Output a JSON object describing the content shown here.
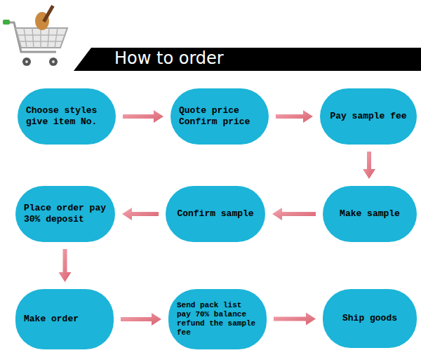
{
  "diagram": {
    "title": "How to order",
    "nodes": [
      {
        "text": [
          "Choose styles give item No."
        ]
      },
      {
        "text": [
          "Quote price Confirm price"
        ]
      },
      {
        "text": [
          "Pay sample fee"
        ]
      },
      {
        "text": [
          "Make sample"
        ]
      },
      {
        "text": [
          "Confirm sample"
        ]
      },
      {
        "text": [
          "Place order pay 30% deposit"
        ]
      },
      {
        "text": [
          "Make order"
        ]
      },
      {
        "text": [
          "Send pack list pay 70% balance refund the sample fee"
        ]
      },
      {
        "text": [
          "Ship goods"
        ]
      }
    ],
    "edges": [
      {
        "from": 0,
        "to": 1,
        "arrow": "to"
      },
      {
        "from": 1,
        "to": 2,
        "arrow": "to"
      },
      {
        "from": 2,
        "to": 3,
        "arrow": "to"
      },
      {
        "from": 3,
        "to": 4,
        "arrow": "to"
      },
      {
        "from": 4,
        "to": 5,
        "arrow": "to"
      },
      {
        "from": 5,
        "to": 6,
        "arrow": "to"
      },
      {
        "from": 6,
        "to": 7,
        "arrow": "to"
      },
      {
        "from": 7,
        "to": 8,
        "arrow": "to"
      }
    ]
  }
}
